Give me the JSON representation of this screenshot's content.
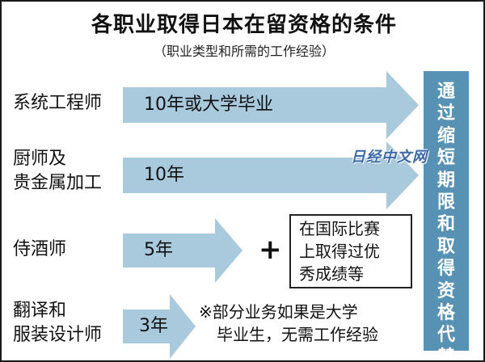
{
  "title": "各职业取得日本在留资格的条件",
  "subtitle": "（职业类型和所需的工作经验）",
  "rows": [
    {
      "label": "系统工程师",
      "experience": "10年或大学毕业"
    },
    {
      "label_line1": "厨师及",
      "label_line2": "贵金属加工",
      "experience": "10年"
    },
    {
      "label": "侍酒师",
      "experience": "5年",
      "plus": "+",
      "condition": [
        "在国际比赛",
        "上取得过优",
        "秀成绩等"
      ]
    },
    {
      "label_line1": "翻译和",
      "label_line2": "服装设计师",
      "experience": "3年",
      "note": [
        "※部分业务如果是大学",
        "毕业生，无需工作经验"
      ]
    }
  ],
  "side_bar": {
    "chars": [
      "通",
      "过",
      "缩",
      "短",
      "期",
      "限",
      "和",
      "取",
      "得",
      "资",
      "格",
      "代",
      "替"
    ]
  },
  "watermark": "日经中文网",
  "colors": {
    "arrow": "#a9c9dd",
    "side_bar": "#5792b4",
    "watermark": "#3a69a6"
  }
}
